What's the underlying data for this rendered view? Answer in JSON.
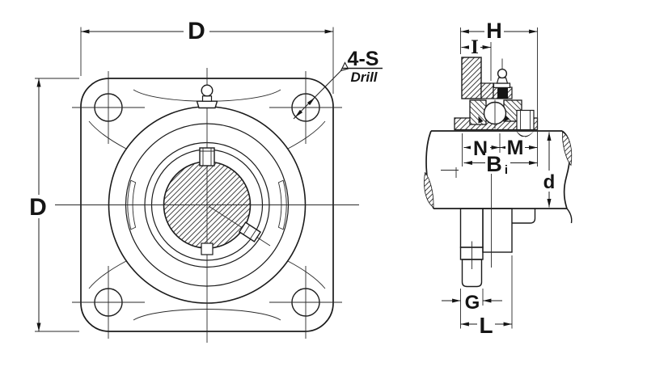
{
  "labels": {
    "dim_D_top": "D",
    "dim_D_left": "D",
    "drill_callout": "4-S",
    "drill_note": "Drill",
    "dim_H": "H",
    "dim_I": "I",
    "dim_N": "N",
    "dim_M": "M",
    "dim_B": "B",
    "dim_B_sub": "i",
    "dim_d": "d",
    "dim_G": "G",
    "dim_L": "L"
  },
  "colors": {
    "line": "#1b1b1b",
    "background": "#ffffff"
  }
}
